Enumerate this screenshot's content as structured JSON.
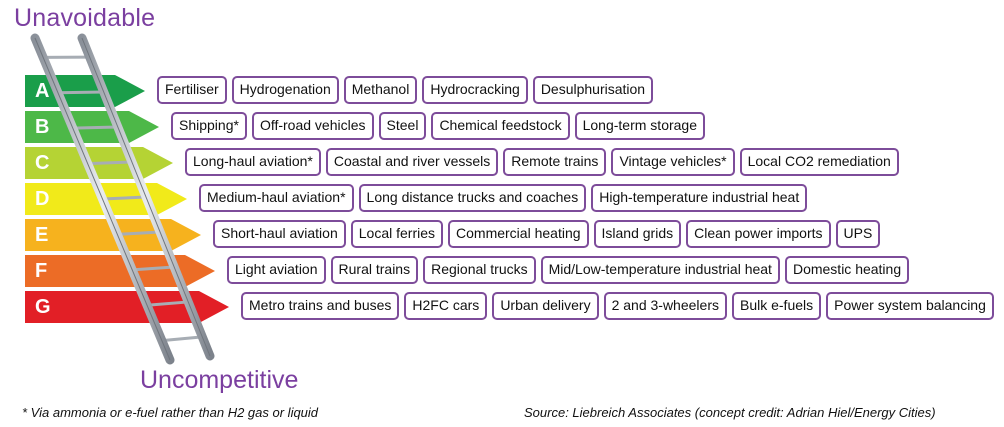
{
  "title_top": "Unavoidable",
  "title_bottom": "Uncompetitive",
  "rows": [
    {
      "grade": "A",
      "color": "#1a9e4a",
      "tags": [
        "Fertiliser",
        "Hydrogenation",
        "Methanol",
        "Hydrocracking",
        "Desulphurisation"
      ]
    },
    {
      "grade": "B",
      "color": "#4db848",
      "tags": [
        "Shipping*",
        "Off-road vehicles",
        "Steel",
        "Chemical feedstock",
        "Long-term storage"
      ]
    },
    {
      "grade": "C",
      "color": "#b5d334",
      "tags": [
        "Long-haul aviation*",
        "Coastal and river vessels",
        "Remote trains",
        "Vintage vehicles*",
        "Local CO2 remediation"
      ]
    },
    {
      "grade": "D",
      "color": "#f1ea1a",
      "tags": [
        "Medium-haul aviation*",
        "Long distance trucks and coaches",
        "High-temperature industrial heat"
      ]
    },
    {
      "grade": "E",
      "color": "#f6b21e",
      "tags": [
        "Short-haul aviation",
        "Local ferries",
        "Commercial heating",
        "Island grids",
        "Clean power imports",
        "UPS"
      ]
    },
    {
      "grade": "F",
      "color": "#ec6c26",
      "tags": [
        "Light aviation",
        "Rural trains",
        "Regional trucks",
        "Mid/Low-temperature industrial heat",
        "Domestic heating"
      ]
    },
    {
      "grade": "G",
      "color": "#e21f26",
      "tags": [
        "Metro trains and buses",
        "H2FC cars",
        "Urban delivery",
        "2 and 3-wheelers",
        "Bulk e-fuels",
        "Power system balancing"
      ]
    }
  ],
  "footnote": "* Via ammonia or e-fuel rather than H2 gas or liquid",
  "source": "Source: Liebreich Associates (concept credit: Adrian Hiel/Energy Cities)"
}
